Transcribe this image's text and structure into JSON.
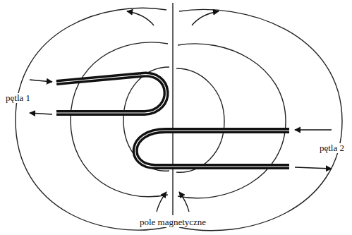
{
  "diagram": {
    "labels": [
      "pętla 1",
      "pętla 2",
      "pole magnetyczne"
    ]
  }
}
